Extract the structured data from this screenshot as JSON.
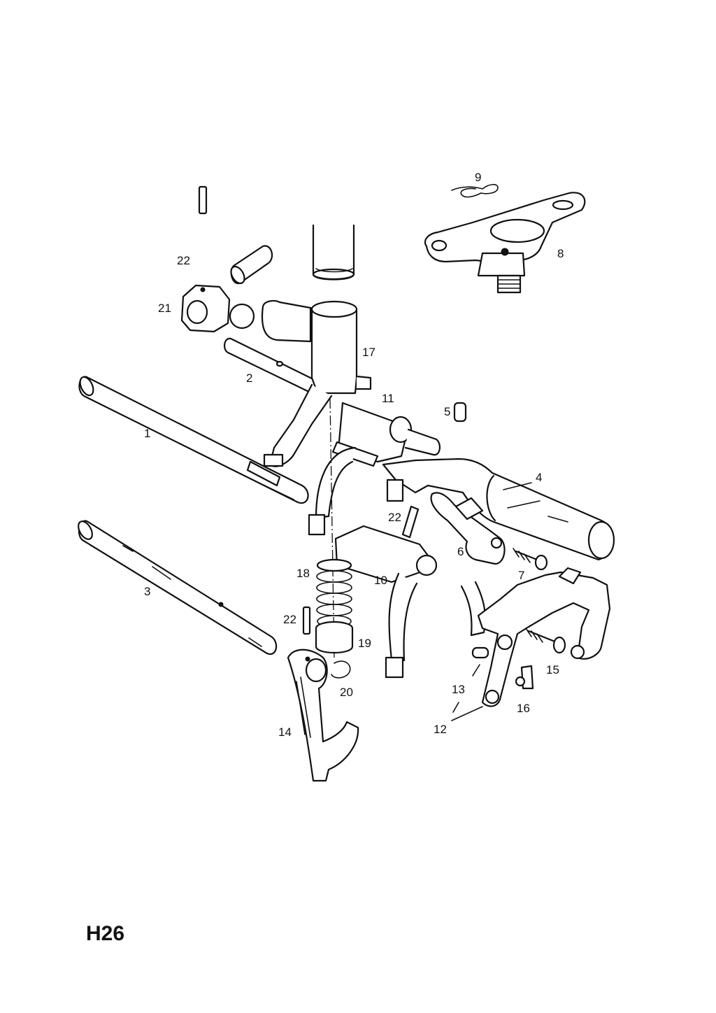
{
  "page_code": "H26",
  "labels": {
    "l1": "1",
    "l2": "2",
    "l3": "3",
    "l4": "4",
    "l5": "5",
    "l6": "6",
    "l7": "7",
    "l8": "8",
    "l9": "9",
    "l10": "10",
    "l11": "11",
    "l12": "12",
    "l13": "13",
    "l14": "14",
    "l15": "15",
    "l16": "16",
    "l17": "17",
    "l18": "18",
    "l19": "19",
    "l20": "20",
    "l21": "21",
    "l22a": "22",
    "l22b": "22",
    "l22c": "22"
  }
}
